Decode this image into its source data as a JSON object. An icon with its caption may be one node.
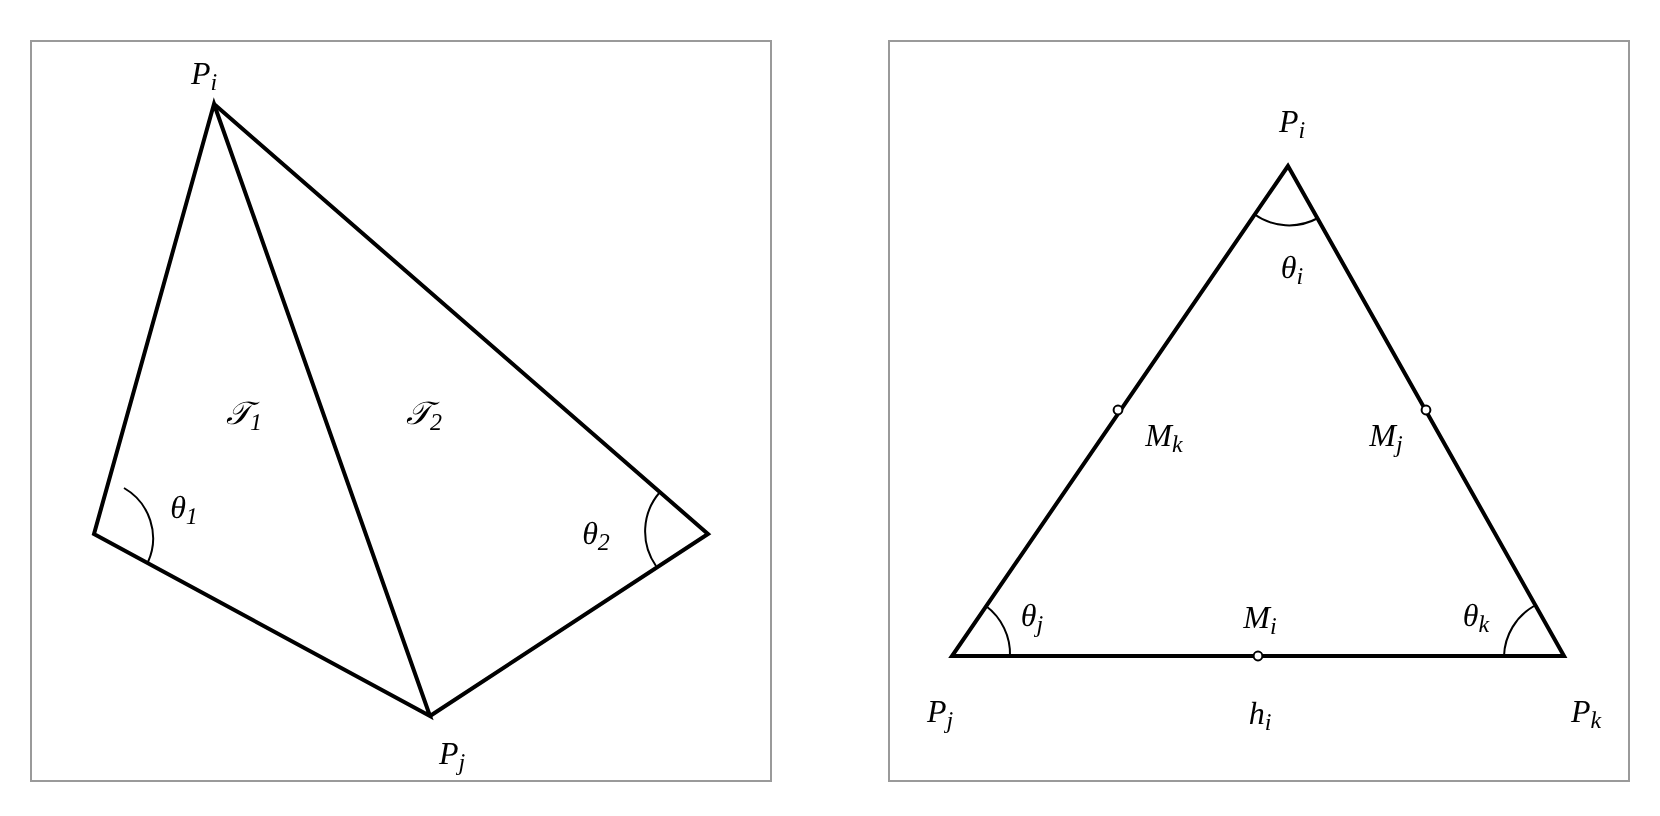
{
  "diagram": {
    "labels": [
      "P$_{i}$",
      "𝒯$_{1}$",
      "𝒯$_{2}$",
      "θ$_{1}$",
      "θ$_{2}$",
      "P$_{j}$",
      "P$_{i}$",
      "θ$_{i}$",
      "M$_{k}$",
      "M$_{j}$",
      "θ$_{j}$",
      "M$_{i}$",
      "θ$_{k}$",
      "P$_{j}$",
      "h$_{i}$",
      "P$_{k}$"
    ]
  }
}
